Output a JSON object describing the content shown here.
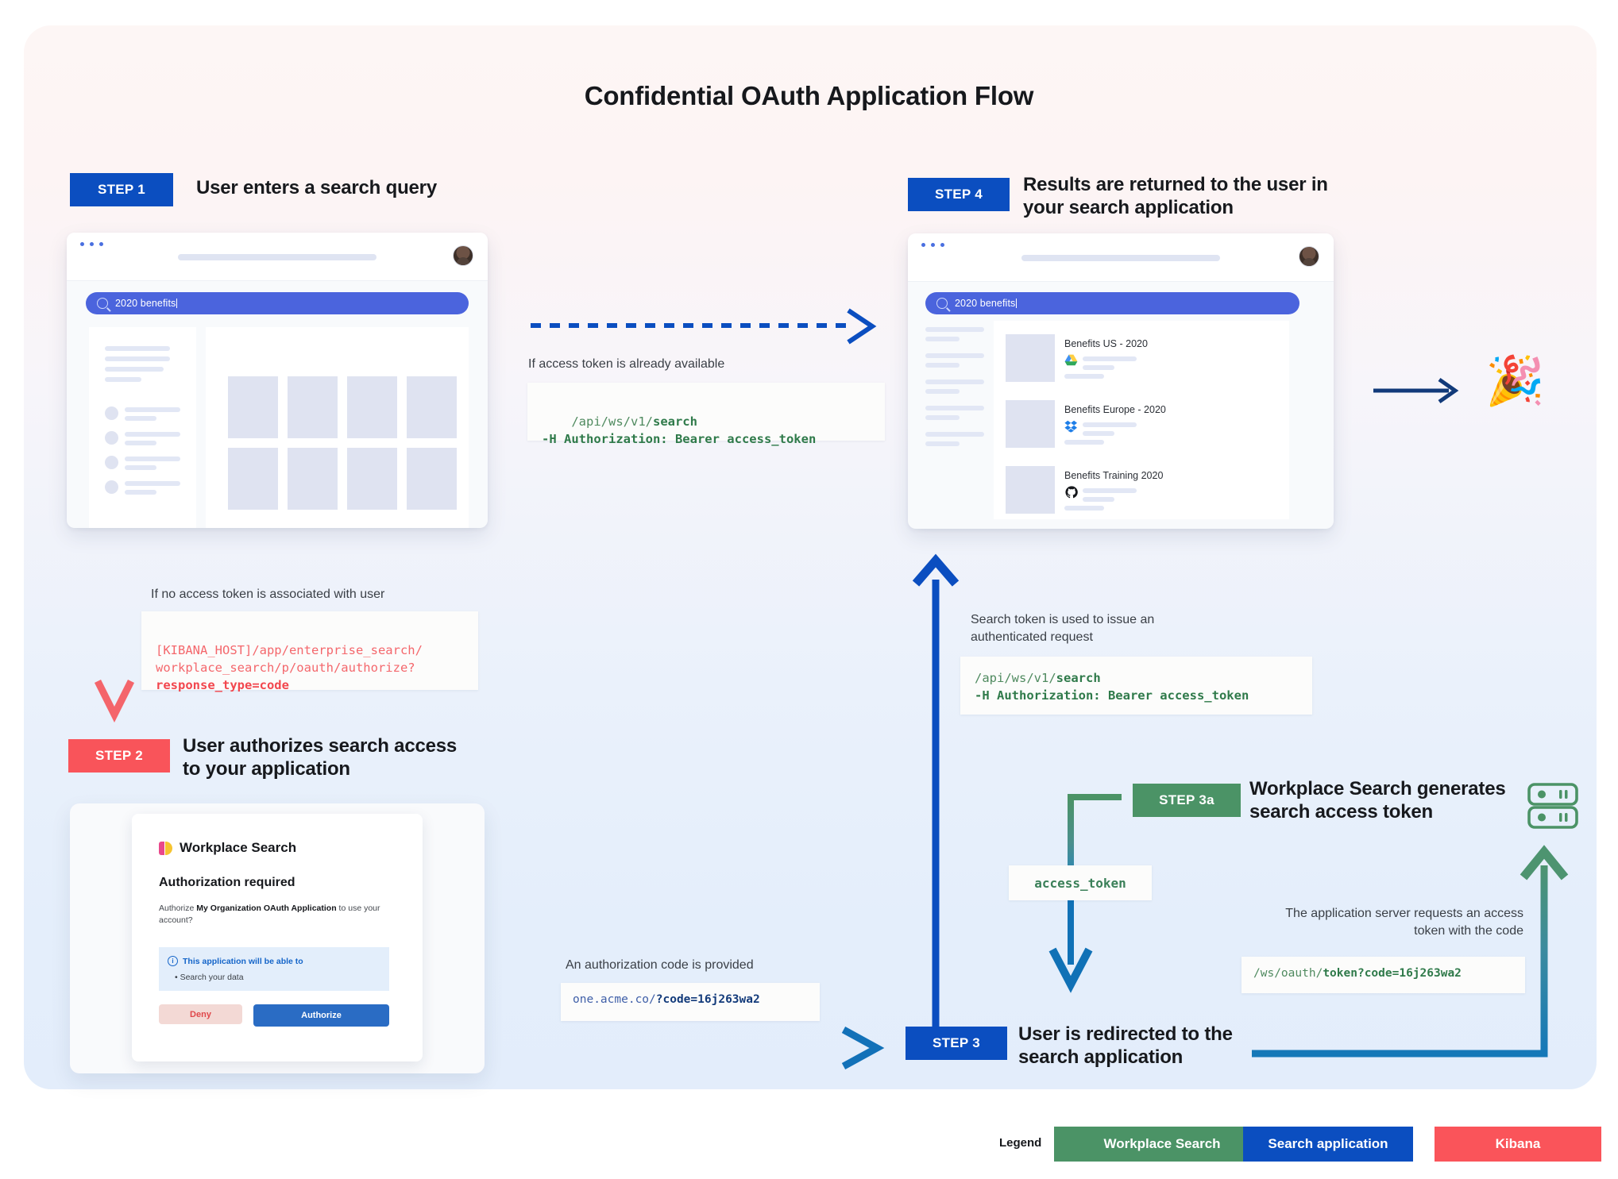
{
  "title": "Confidential OAuth Application Flow",
  "colors": {
    "blue": "#0b4ec0",
    "red": "#f9545a",
    "green": "#4b9366",
    "teal": "#3a8a9e",
    "code_green": "#4f8a5f",
    "code_red": "#f4676c",
    "code_navy": "#3f5fa8"
  },
  "steps": {
    "step1": {
      "badge": "STEP 1",
      "title": "User enters a search query"
    },
    "step2": {
      "badge": "STEP 2",
      "title": "User authorizes search access to your application"
    },
    "step3": {
      "badge": "STEP 3",
      "title": "User is redirected to the search application"
    },
    "step3a": {
      "badge": "STEP 3a",
      "title": "Workplace Search generates search access token"
    },
    "step4": {
      "badge": "STEP 4",
      "title": "Results are returned to the user in your search application"
    }
  },
  "browser_step1": {
    "search_query": "2020 benefits",
    "search_icon": "magnifier-icon",
    "avatar": "user-avatar"
  },
  "browser_step4": {
    "search_query": "2020 benefits",
    "results": [
      {
        "title": "Benefits US - 2020",
        "source_icon": "google-drive-icon"
      },
      {
        "title": "Benefits Europe - 2020",
        "source_icon": "dropbox-icon"
      },
      {
        "title": "Benefits Training 2020",
        "source_icon": "github-icon"
      }
    ]
  },
  "annotations": {
    "token_available": "If access token is already available",
    "no_token": "If no access token is associated with user",
    "auth_code_provided": "An authorization code is provided",
    "search_token_used": "Search token is used to issue an authenticated request",
    "app_server_requests": "The application server requests an access token with the code"
  },
  "code_blocks": {
    "search_request_top": {
      "line1_plain": "/api/ws/v1/",
      "line1_bold": "search",
      "line2_bold": "-H Authorization: Bearer access_token"
    },
    "kibana_authorize": {
      "line1": "[KIBANA_HOST]/app/enterprise_search/",
      "line2": "workplace_search/p/oauth/authorize?",
      "line3_bold": "response_type=code"
    },
    "search_request_mid": {
      "line1_plain": "/api/ws/v1/",
      "line1_bold": "search",
      "line2_bold": "-H Authorization: Bearer access_token"
    },
    "redirect_code": {
      "plain": "one.acme.co/",
      "bold": "?code=16j263wa2"
    },
    "token_request": {
      "plain": "/ws/oauth/",
      "bold": "token?code=16j263wa2"
    },
    "access_token_pill": "access_token"
  },
  "auth_card": {
    "product": "Workplace Search",
    "product_logo": "workplace-search-logo",
    "heading": "Authorization required",
    "body_prefix": "Authorize ",
    "body_app": "My Organization OAuth Application",
    "body_suffix": " to use your account?",
    "info_title": "This application will be able to",
    "info_icon": "info-icon",
    "permissions": [
      "Search your data"
    ],
    "deny_label": "Deny",
    "authorize_label": "Authorize"
  },
  "server_icon": "server-rack-icon",
  "celebration_icon": "party-popper-icon",
  "legend": {
    "label": "Legend",
    "items": [
      {
        "name": "Workplace Search",
        "color": "#4b9366"
      },
      {
        "name": "Search application",
        "color": "#0b4ec0"
      },
      {
        "name": "Kibana",
        "color": "#fa545a"
      }
    ]
  }
}
